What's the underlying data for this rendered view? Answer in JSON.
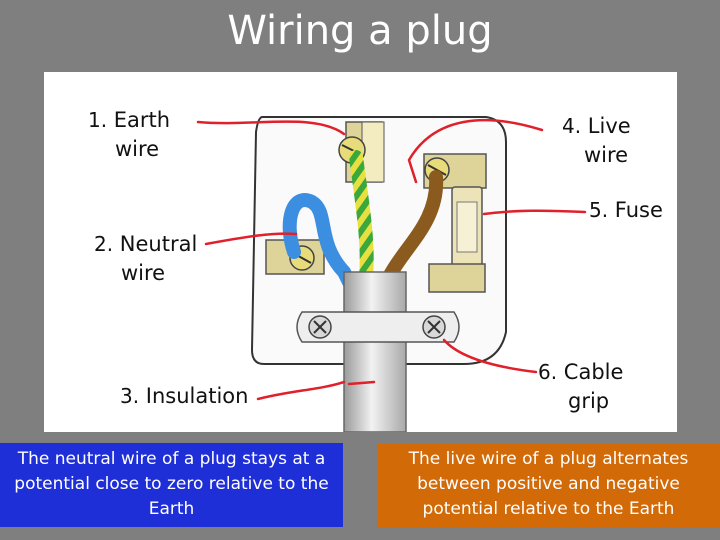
{
  "title": "Wiring a plug",
  "labels": [
    {
      "num": "1.",
      "line1": "Earth",
      "line2": "wire"
    },
    {
      "num": "2.",
      "line1": "Neutral",
      "line2": "wire"
    },
    {
      "num": "3.",
      "line1": "Insulation",
      "line2": ""
    },
    {
      "num": "4.",
      "line1": "Live",
      "line2": "wire"
    },
    {
      "num": "5.",
      "line1": "Fuse",
      "line2": ""
    },
    {
      "num": "6.",
      "line1": "Cable",
      "line2": "grip"
    }
  ],
  "info_boxes": {
    "neutral": "The neutral wire of a plug stays at a potential close to zero relative to the Earth",
    "live": "The live wire of a plug alternates between positive and negative potential relative to the Earth"
  },
  "colors": {
    "background": "#7f7f7f",
    "neutral_box": "#1f2fd8",
    "live_box": "#d26a08",
    "neutral_wire": "#3c8fe0",
    "live_wire": "#8b5a1e",
    "earth_wire_green": "#3aa83a",
    "earth_wire_yellow": "#e8e040",
    "pointer_lines": "#e0202a"
  }
}
